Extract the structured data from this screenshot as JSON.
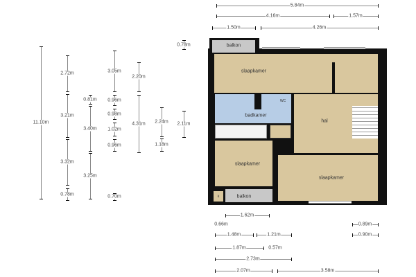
{
  "rooms": {
    "balkon_top": "balkon",
    "slaapkamer_top": "slaapkamer",
    "badkamer": "badkamer",
    "wc": "WC",
    "hal": "hal",
    "slaapkamer_left": "slaapkamer",
    "slaapkamer_right": "slaapkamer",
    "balkon_bottom": "balkon",
    "k": "k"
  },
  "dimensions": [
    "5.84m",
    "4.16m",
    "1.57m",
    "1.50m",
    "4.26m",
    "11.10m",
    "2.72m",
    "3.21m",
    "3.32m",
    "0.78m",
    "0.81m",
    "3.40m",
    "3.25m",
    "3.05m",
    "0.96m",
    "0.98m",
    "1.02m",
    "0.96m",
    "0.70m",
    "2.20m",
    "4.31m",
    "2.24m",
    "1.18m",
    "0.78m",
    "2.11m",
    "1.62m",
    "0.66m",
    "0.89m",
    "1.48m",
    "1.21m",
    "0.90m",
    "1.87m",
    "0.57m",
    "2.73m",
    "2.07m",
    "3.58m"
  ]
}
